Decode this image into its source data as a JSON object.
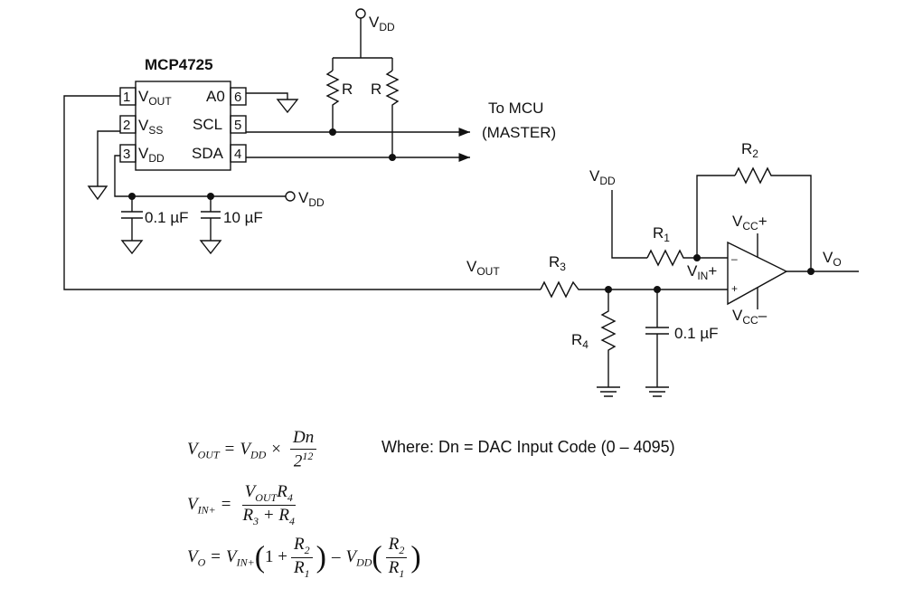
{
  "chip": {
    "name": "MCP4725",
    "pins": [
      {
        "num": "1",
        "label": "V",
        "sub": "OUT"
      },
      {
        "num": "2",
        "label": "V",
        "sub": "SS"
      },
      {
        "num": "3",
        "label": "V",
        "sub": "DD"
      },
      {
        "num": "4",
        "label": "SDA"
      },
      {
        "num": "5",
        "label": "SCL"
      },
      {
        "num": "6",
        "label": "A0"
      }
    ]
  },
  "labels": {
    "vdd_v": "V",
    "vdd_sub": "DD",
    "r": "R",
    "to_mcu": "To MCU",
    "master": "(MASTER)",
    "r1": "R",
    "r1_sub": "1",
    "r2": "R",
    "r2_sub": "2",
    "r3": "R",
    "r3_sub": "3",
    "r4": "R",
    "r4_sub": "4",
    "cap_01": "0.1 µF",
    "cap_10": "10 µF",
    "vout_v": "V",
    "vout_sub": "OUT",
    "vin_v": "V",
    "vin_sub": "IN",
    "plus": "+",
    "minus": "–",
    "vcc_v": "V",
    "vcc_sub": "CC",
    "vo_v": "V",
    "vo_sub": "O"
  },
  "equations": {
    "where": "Where: Dn = DAC Input Code (0 – 4095)"
  }
}
